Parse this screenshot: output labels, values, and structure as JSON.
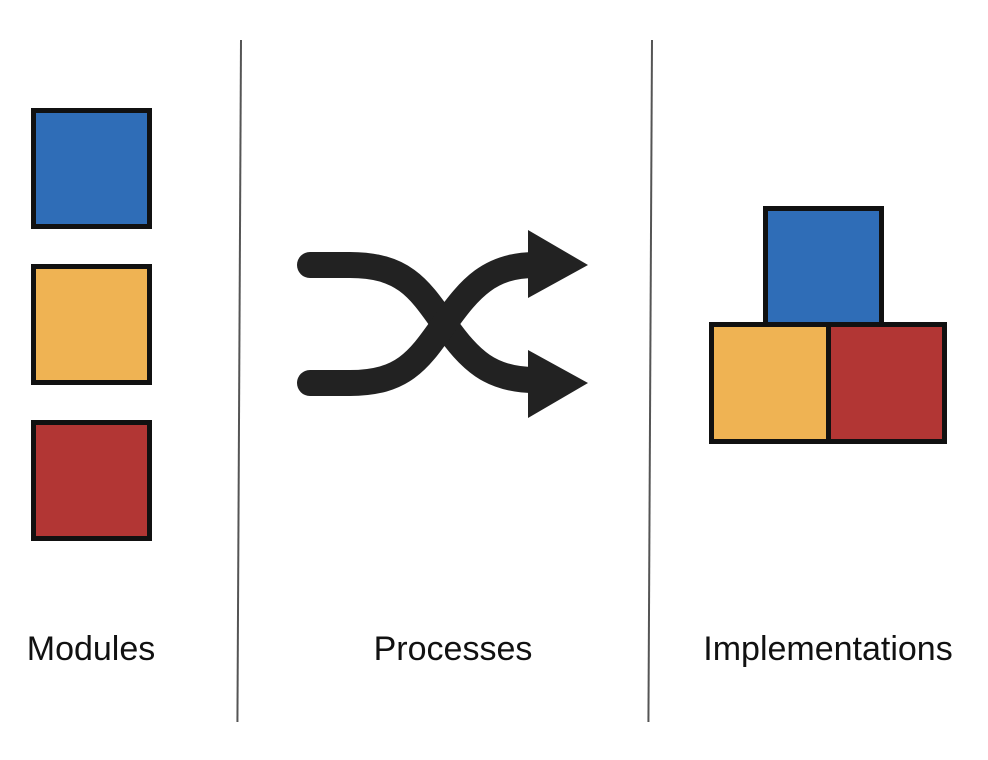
{
  "colors": {
    "blue": "#2f6db7",
    "yellow": "#efb353",
    "red": "#b23634",
    "outline": "#111111",
    "arrow": "#222222",
    "divider": "#555555"
  },
  "sections": {
    "modules": {
      "label": "Modules"
    },
    "processes": {
      "label": "Processes",
      "icon": "shuffle-arrows-icon"
    },
    "implementations": {
      "label": "Implementations"
    }
  }
}
